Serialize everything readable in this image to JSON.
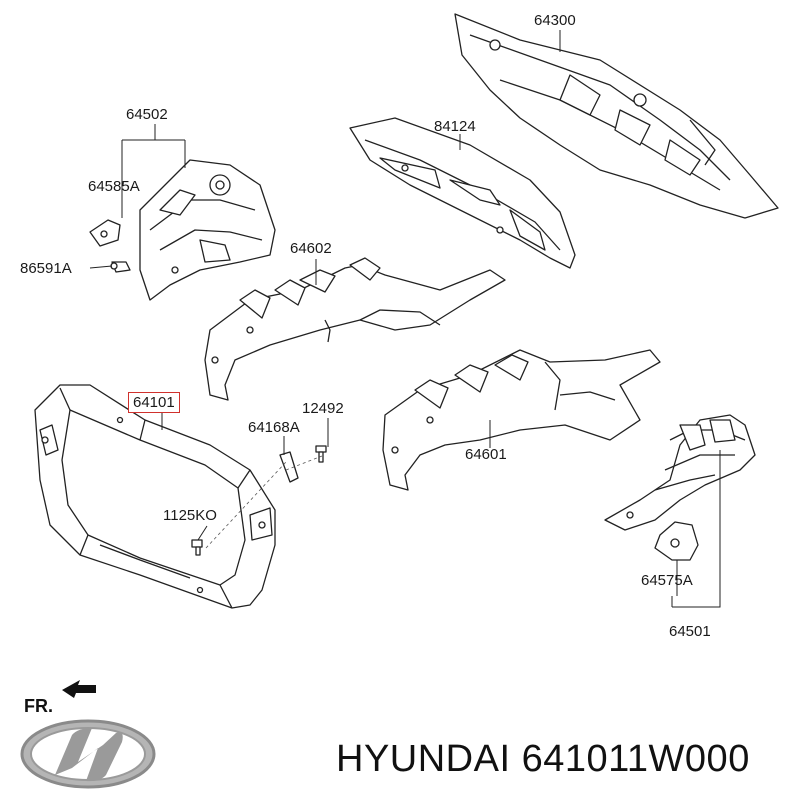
{
  "callouts": {
    "p64300": "64300",
    "p84124": "84124",
    "p64502": "64502",
    "p64585A": "64585A",
    "p86591A": "86591A",
    "p64602": "64602",
    "p64101": "64101",
    "p12492": "12492",
    "p64168A": "64168A",
    "p64601": "64601",
    "p1125KO": "1125KO",
    "p64575A": "64575A",
    "p64501": "64501"
  },
  "orientation": {
    "label": "FR."
  },
  "brand": {
    "text": "HYUNDAI 641011W000",
    "logo_icon": "hyundai-logo-icon"
  },
  "colors": {
    "highlight_box": "#d0312d",
    "line": "#222222",
    "part_fill": "#ffffff",
    "logo_silver": "#9a9a9a"
  }
}
